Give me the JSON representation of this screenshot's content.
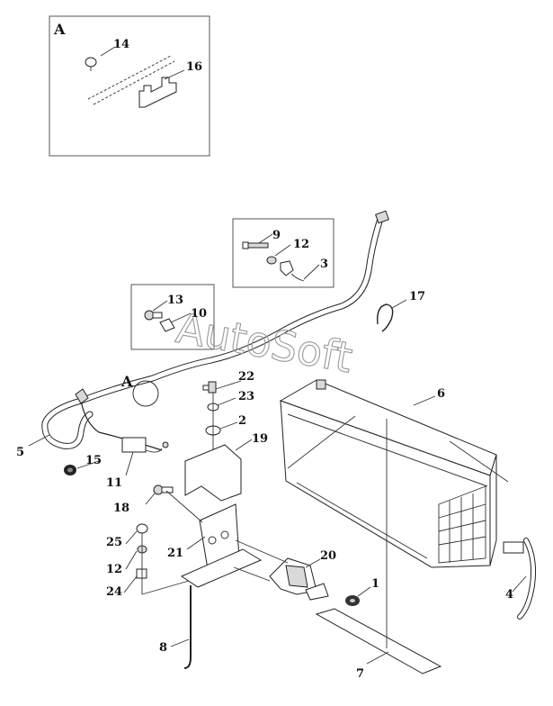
{
  "inset": {
    "label": "A"
  },
  "callout_a": {
    "label": "A"
  },
  "watermark": "AutoSoft",
  "parts": {
    "p1": "1",
    "p2": "2",
    "p3": "3",
    "p4": "4",
    "p5": "5",
    "p6": "6",
    "p7": "7",
    "p8": "8",
    "p9": "9",
    "p10": "10",
    "p11": "11",
    "p12a": "12",
    "p12b": "12",
    "p13": "13",
    "p14": "14",
    "p15": "15",
    "p16": "16",
    "p17": "17",
    "p18": "18",
    "p19": "19",
    "p20": "20",
    "p21": "21",
    "p22": "22",
    "p23": "23",
    "p24": "24",
    "p25": "25"
  }
}
